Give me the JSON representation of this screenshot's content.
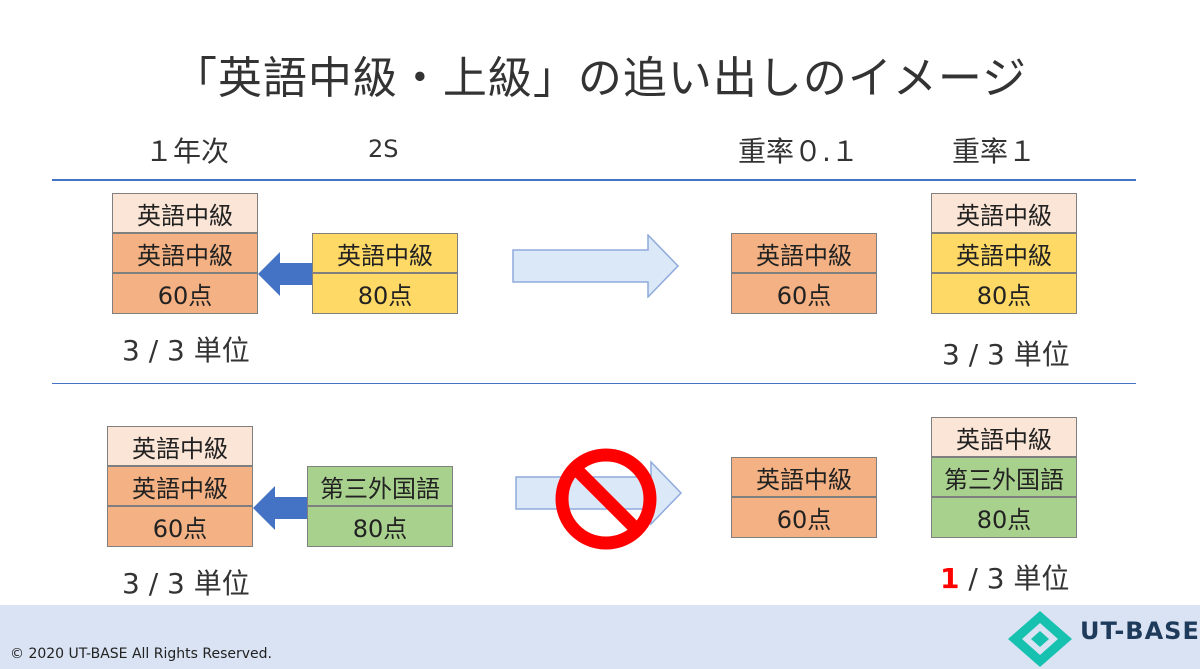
{
  "title": "「英語中級・上級」の追い出しのイメージ",
  "headers": {
    "year1": "１年次",
    "s2": "2S",
    "weight01": "重率０.１",
    "weight1": "重率１"
  },
  "row1": {
    "left": {
      "top": "英語中級",
      "mid": "英語中級",
      "score": "60点"
    },
    "source": {
      "name": "英語中級",
      "score": "80点"
    },
    "result01": {
      "name": "英語中級",
      "score": "60点"
    },
    "result1": {
      "top": "英語中級",
      "mid": "英語中級",
      "score": "80点"
    },
    "units_left": "3 / 3 単位",
    "units_right": "3 / 3 単位"
  },
  "row2": {
    "left": {
      "top": "英語中級",
      "mid": "英語中級",
      "score": "60点"
    },
    "source": {
      "name": "第三外国語",
      "score": "80点"
    },
    "result01": {
      "name": "英語中級",
      "score": "60点"
    },
    "result1": {
      "top": "英語中級",
      "mid": "第三外国語",
      "score": "80点"
    },
    "units_left": "3 / 3 単位",
    "units_right_highlight": "1",
    "units_right_rest": " / 3 単位"
  },
  "footer": {
    "copyright": "© 2020 UT-BASE All Rights Reserved.",
    "brand": "UT-BASE"
  },
  "colors": {
    "line": "#4472c4",
    "light_orange": "#fbe5d6",
    "orange": "#f4b183",
    "yellow": "#ffd966",
    "green": "#a9d18e",
    "arrow_blue": "#4472c4",
    "big_arrow_fill": "#dae8f8",
    "prohibit_red": "#ff0000",
    "footer_bg": "#dae3f3",
    "logo_teal": "#17c1b0"
  },
  "icons": {
    "small_arrow": "left-arrow-icon",
    "big_arrow": "right-arrow-icon",
    "prohibit": "prohibited-icon",
    "logo": "ut-base-logo-icon"
  }
}
